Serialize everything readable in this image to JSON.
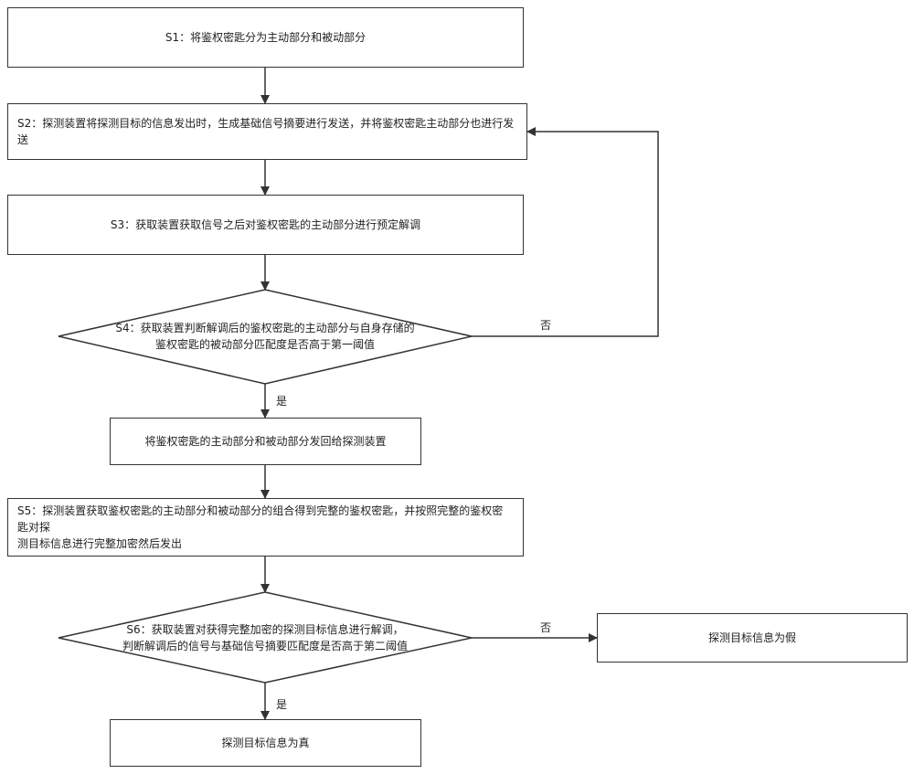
{
  "steps": {
    "s1": "S1：将鉴权密匙分为主动部分和被动部分",
    "s2": "S2：探测装置将探测目标的信息发出时，生成基础信号摘要进行发送，并将鉴权密匙主动部分也进行发送",
    "s3": "S3：获取装置获取信号之后对鉴权密匙的主动部分进行预定解调",
    "s4_line1": "S4：获取装置判断解调后的鉴权密匙的主动部分与自身存储的",
    "s4_line2": "鉴权密匙的被动部分匹配度是否高于第一阈值",
    "return_keys": "将鉴权密匙的主动部分和被动部分发回给探测装置",
    "s5_line1": "S5：探测装置获取鉴权密匙的主动部分和被动部分的组合得到完整的鉴权密匙，并按照完整的鉴权密匙对探",
    "s5_line2": "测目标信息进行完整加密然后发出",
    "s6_line1": "S6：获取装置对获得完整加密的探测目标信息进行解调，",
    "s6_line2": "判断解调后的信号与基础信号摘要匹配度是否高于第二阈值",
    "false_result": "探测目标信息为假",
    "true_result": "探测目标信息为真"
  },
  "labels": {
    "s4_no": "否",
    "s4_yes": "是",
    "s6_no": "否",
    "s6_yes": "是"
  }
}
